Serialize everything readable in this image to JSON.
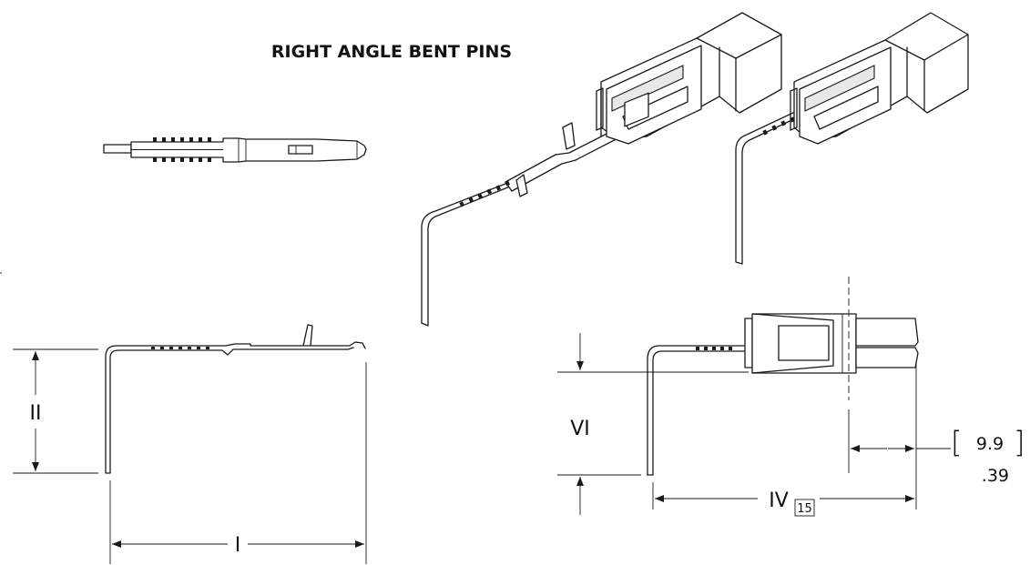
{
  "title": "RIGHT ANGLE BENT PINS",
  "dimensions": {
    "horizontal_length": "I",
    "vertical_height": "II",
    "overall_length": "IV",
    "leg_height": "VI",
    "note_box": "15",
    "housing_metric": "9.9",
    "housing_imperial": ".39",
    "bracket_open": "[",
    "bracket_close": "]"
  }
}
